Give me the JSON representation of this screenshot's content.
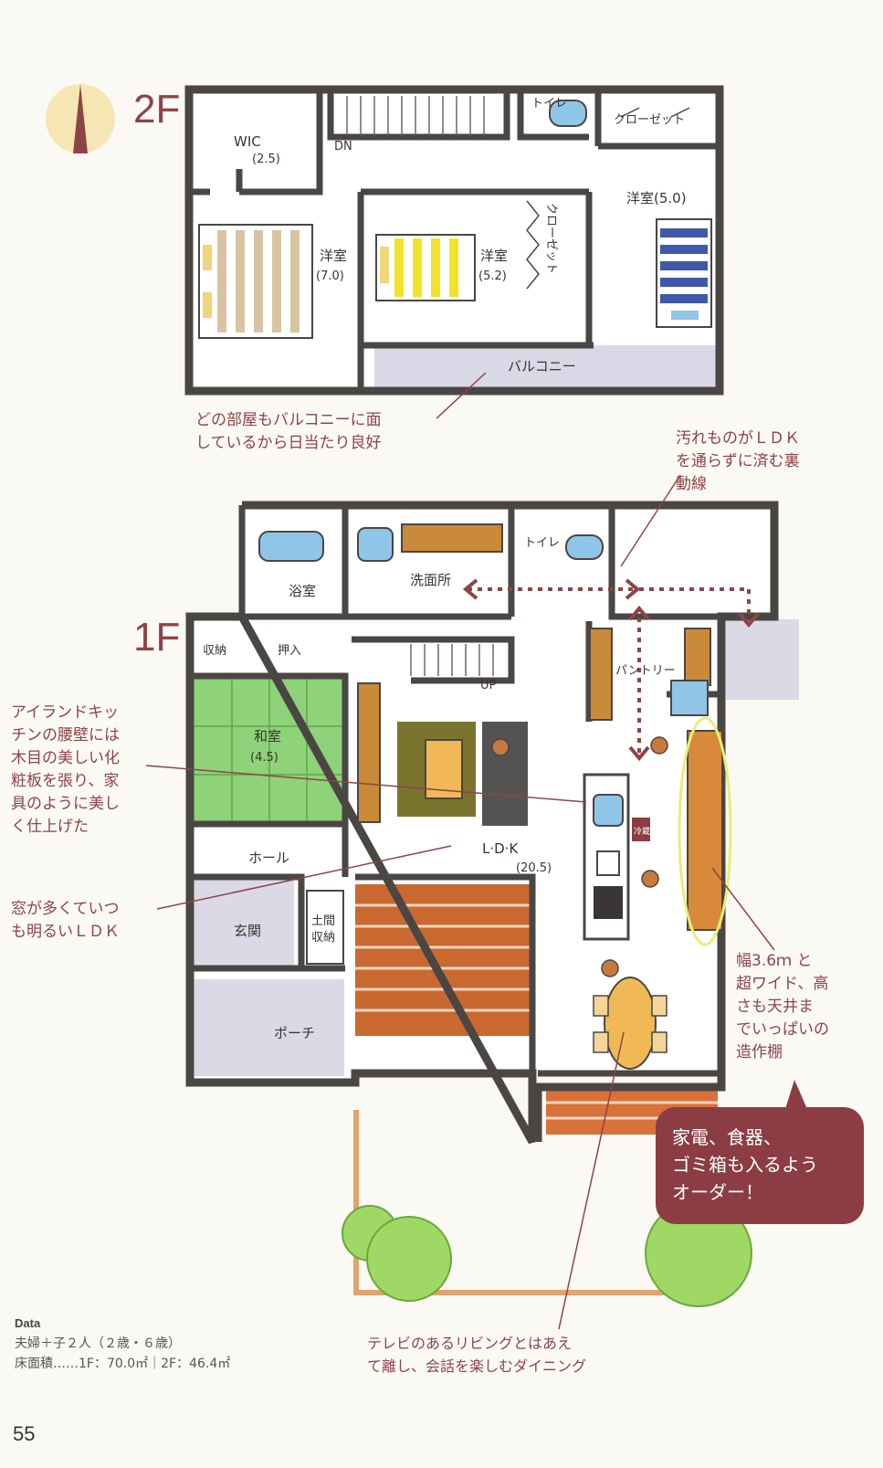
{
  "compass": {
    "icon": "compass-north-icon"
  },
  "floor2": {
    "label": "2F",
    "rooms": {
      "wic": "WIC",
      "wic_size": "(2.5)",
      "toilet": "トイレ",
      "closet_top": "クローゼット",
      "closet_side": "クローゼット",
      "youshitsu_left": "洋室",
      "youshitsu_left_size": "(7.0)",
      "youshitsu_mid": "洋室",
      "youshitsu_mid_size": "(5.2)",
      "youshitsu_right": "洋室(5.0)",
      "balcony": "バルコニー",
      "stairs_dn": "DN"
    }
  },
  "floor1": {
    "label": "1F",
    "rooms": {
      "bath": "浴室",
      "washroom": "洗面所",
      "toilet": "トイレ",
      "storage": "収納",
      "oshiire": "押入",
      "pantry": "パントリー",
      "washitsu": "和室",
      "washitsu_size": "(4.5)",
      "ldk": "L·D·K",
      "ldk_size": "(20.5)",
      "hall": "ホール",
      "genkan": "玄関",
      "doma_storage_1": "土間",
      "doma_storage_2": "収納",
      "porch": "ポーチ",
      "stairs_up": "UP",
      "fridge": "冷蔵"
    }
  },
  "callouts": {
    "balcony": [
      "どの部屋もバルコニーに面",
      "しているから日当たり良好"
    ],
    "dirty_path": [
      "汚れものがＬＤＫ",
      "を通らずに済む裏",
      "動線"
    ],
    "island": [
      "アイランドキッ",
      "チンの腰壁には",
      "木目の美しい化",
      "粧板を張り、家",
      "具のように美し",
      "く仕上げた"
    ],
    "windows": [
      "窓が多くていつ",
      "も明るいＬＤＫ"
    ],
    "shelf": [
      "幅3.6ｍ と",
      "超ワイド、高",
      "さも天井ま",
      "でいっぱいの",
      "造作棚"
    ],
    "dining": [
      "テレビのあるリビングとはあえ",
      "て離し、会話を楽しむダイニング"
    ]
  },
  "bubble": {
    "lines": [
      "家電、食器、",
      "ゴミ箱も入るよう",
      "オーダー！"
    ]
  },
  "data_block": {
    "title": "Data",
    "family": "夫婦＋子２人（２歳・６歳）",
    "area": "床面積……1F：70.0㎡｜2F：46.4㎡"
  },
  "page_number": "55",
  "colors": {
    "wall": "#4a4644",
    "accent": "#8e4446",
    "tatami": "#8ed27a",
    "wood": "#c9692f",
    "shelf_wood": "#d88a3a",
    "porch_gray": "#dcd9e6",
    "bubble": "#8b3d43",
    "tree": "#9fd865"
  }
}
